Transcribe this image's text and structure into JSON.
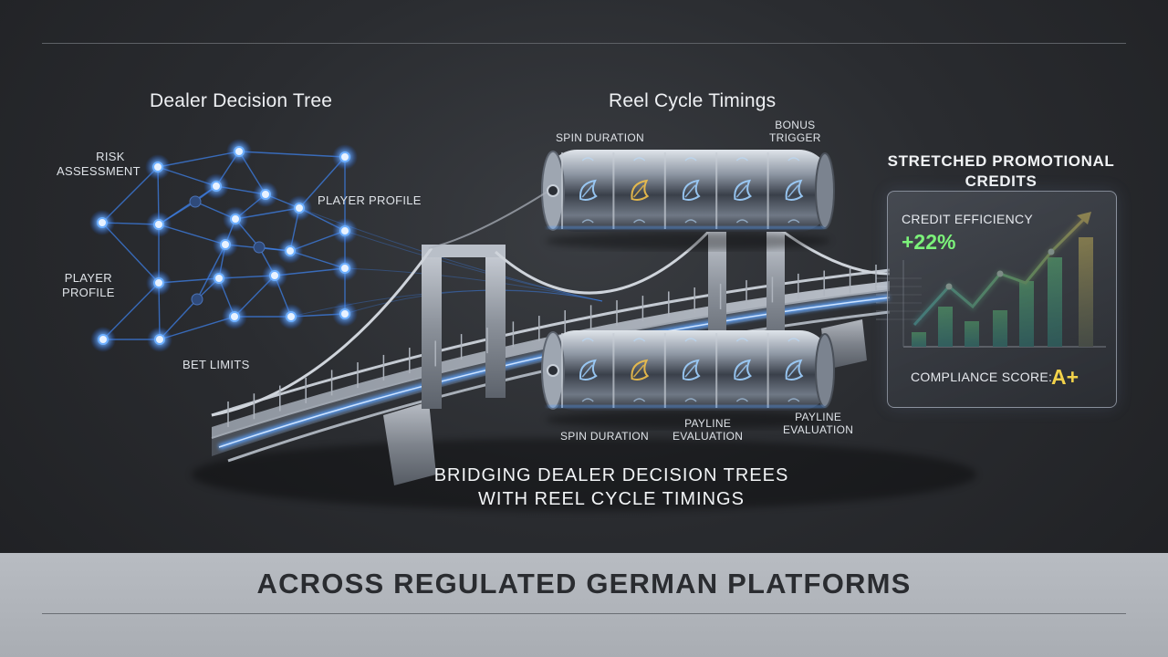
{
  "decision_tree": {
    "title": "Dealer Decision Tree",
    "labels": {
      "risk_assessment": [
        "RISK",
        "ASSESSMENT"
      ],
      "player_profile_right": "PLAYER PROFILE",
      "player_profile_left": [
        "PLAYER",
        "PROFILE"
      ],
      "bet_limits": "BET LIMITS"
    }
  },
  "reels": {
    "title": "Reel Cycle Timings",
    "top_labels": {
      "spin_duration": "SPIN DURATION",
      "bonus_trigger": [
        "BONUS",
        "TRIGGER"
      ]
    },
    "bottom_labels": {
      "spin_duration": "SPIN DURATION",
      "payline_evaluation_1": [
        "PAYLINE",
        "EVALUATION"
      ],
      "payline_evaluation_2": [
        "PAYLINE",
        "EVALUATION"
      ]
    }
  },
  "promo": {
    "title": [
      "STRETCHED PROMOTIONAL",
      "CREDITS"
    ],
    "metric_label": "CREDIT EFFICIENCY",
    "metric_value": "+22%",
    "compliance_label": "COMPLIANCE SCORE:",
    "compliance_grade": "A+"
  },
  "caption": [
    "BRIDGING DEALER DECISION TREES",
    "WITH REEL CYCLE TIMINGS"
  ],
  "footer": "ACROSS REGULATED GERMAN PLATFORMS",
  "colors": {
    "node_glow": "#3f8cff",
    "bridge_glow": "#5aa2ff",
    "metric_green": "#7cf27a",
    "grade_gold": "#f2d24a",
    "footer_band": "#b0b4ba"
  },
  "icons": [
    "network-node-icon",
    "reel-symbol-icon",
    "trend-arrow-icon"
  ]
}
